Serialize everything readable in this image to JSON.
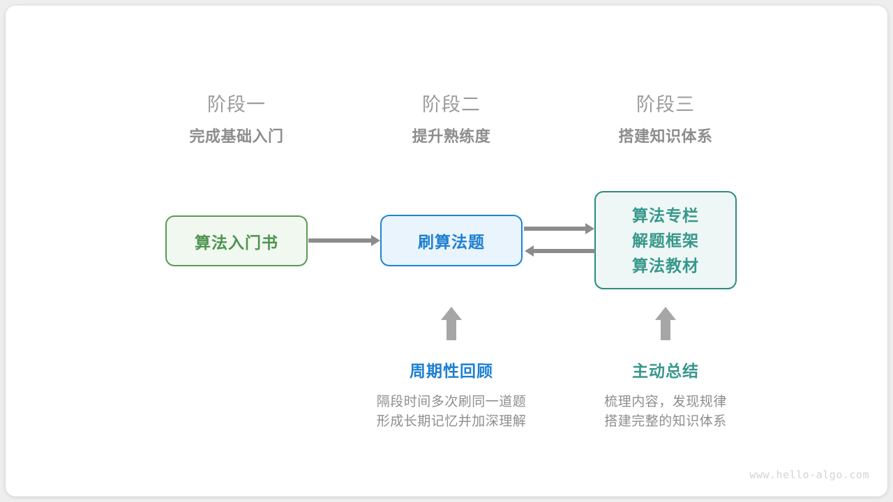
{
  "watermark": "www.hello-algo.com",
  "stages": [
    {
      "title": "阶段一",
      "subtitle": "完成基础入门"
    },
    {
      "title": "阶段二",
      "subtitle": "提升熟练度"
    },
    {
      "title": "阶段三",
      "subtitle": "搭建知识体系"
    }
  ],
  "nodes": {
    "book": {
      "label": "算法入门书",
      "border_color": "#5b9955",
      "text_color": "#4d9450",
      "fill_color": "#f1f8f0"
    },
    "practice": {
      "label": "刷算法题",
      "border_color": "#1d85d1",
      "text_color": "#1d7fd0",
      "fill_color": "#e9f4fd"
    },
    "resources": {
      "lines": [
        "算法专栏",
        "解题框架",
        "算法教材"
      ],
      "border_color": "#2e8a80",
      "text_color": "#37978c",
      "fill_color": "#eef7f5"
    }
  },
  "connectors": {
    "color": "#8c8c8c",
    "book_to_practice": "→",
    "practice_to_resources": "→",
    "resources_to_practice": "←"
  },
  "habits": [
    {
      "title": "周期性回顾",
      "color": "#1d7fd0",
      "desc_lines": [
        "隔段时间多次刷同一道题",
        "形成长期记忆并加深理解"
      ]
    },
    {
      "title": "主动总结",
      "color": "#37978c",
      "desc_lines": [
        "梳理内容，发现规律",
        "搭建完整的知识体系"
      ]
    }
  ]
}
